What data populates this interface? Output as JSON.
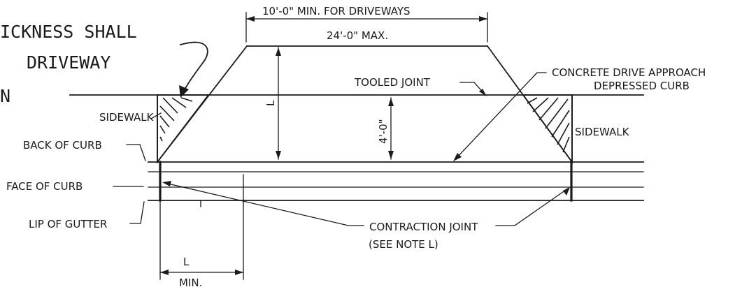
{
  "note_fragments": {
    "line1": "ICKNESS SHALL",
    "line2": "DRIVEWAY",
    "line3": "N"
  },
  "dimensions": {
    "driveway_min": "10'-0\" MIN. FOR DRIVEWAYS",
    "max_width": "24'-0\" MAX.",
    "depth_l": "L",
    "sidewalk_depth": "4'-0\"",
    "flare_l": "L",
    "flare_min": "MIN."
  },
  "labels": {
    "tooled_joint": "TOOLED JOINT",
    "concrete_drive_approach": "CONCRETE DRIVE APPROACH",
    "depressed_curb": "DEPRESSED CURB",
    "sidewalk_left": "SIDEWALK",
    "sidewalk_right": "SIDEWALK",
    "back_of_curb": "BACK OF CURB",
    "face_of_curb": "FACE OF CURB",
    "lip_of_gutter": "LIP OF GUTTER",
    "contraction_joint": "CONTRACTION JOINT",
    "see_note": "(SEE NOTE L)"
  }
}
